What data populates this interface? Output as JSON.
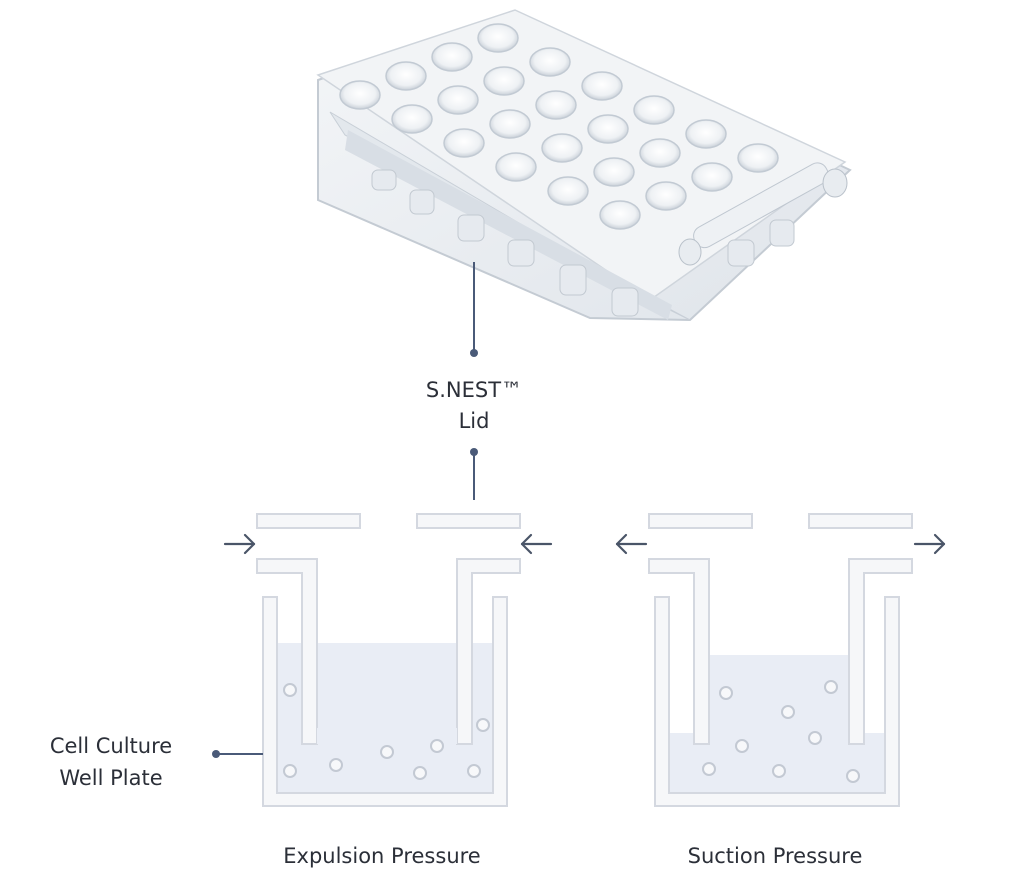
{
  "lid_label": {
    "line1": "S.NEST™",
    "line2": "Lid"
  },
  "plate_label": {
    "line1": "Cell Culture",
    "line2": "Well Plate"
  },
  "captions": {
    "left": "Expulsion Pressure",
    "right": "Suction Pressure"
  },
  "colors": {
    "outline": "#d4d8e0",
    "fill_wall": "#f6f7f9",
    "liquid": "#e9edf5",
    "arrow": "#4a5568",
    "callout": "#4a5a78",
    "text": "#2b2f38"
  },
  "icons": {
    "plate_photo": "multiwell-plate-image",
    "arrow_in": "arrow-right-icon",
    "arrow_out": "arrow-left-icon"
  }
}
